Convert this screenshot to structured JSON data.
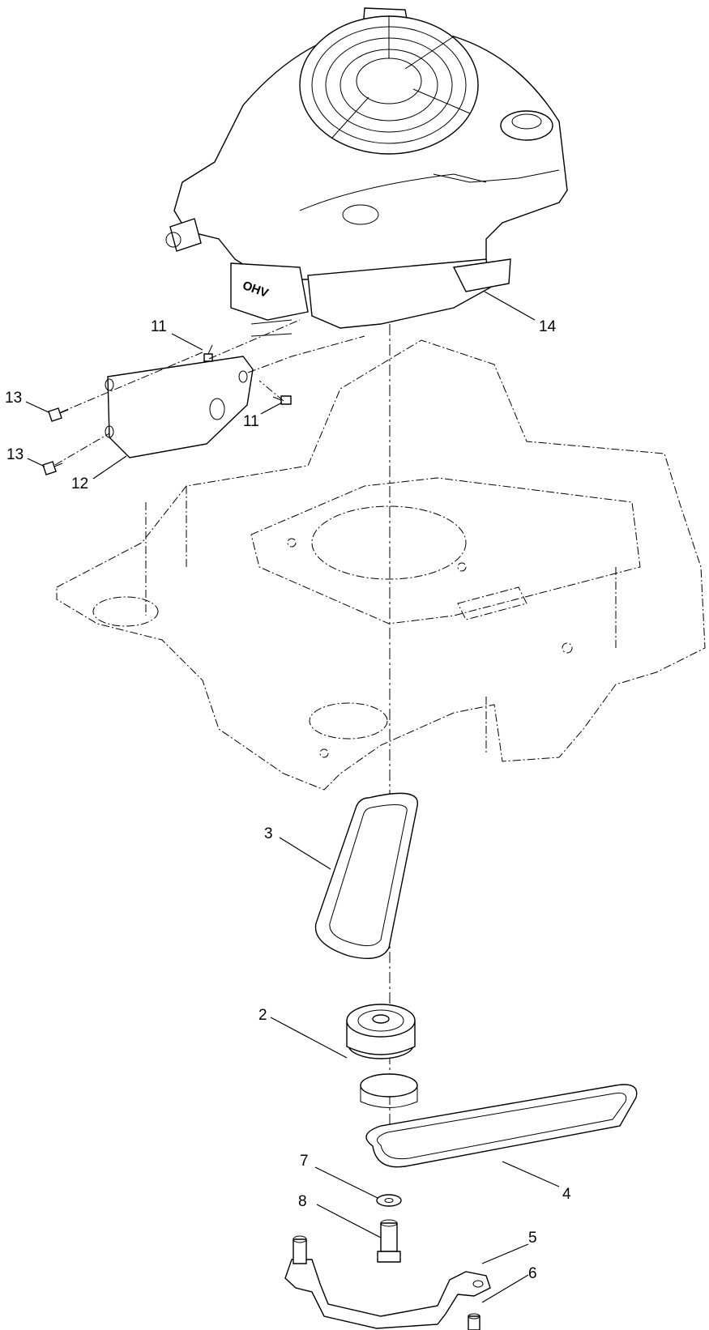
{
  "diagram": {
    "callouts": {
      "c2": "2",
      "c3": "3",
      "c4": "4",
      "c5": "5",
      "c6": "6",
      "c7": "7",
      "c8": "8",
      "c11a": "11",
      "c11b": "11",
      "c12": "12",
      "c13a": "13",
      "c13b": "13",
      "c14": "14"
    },
    "engine_badge": "OHV"
  }
}
